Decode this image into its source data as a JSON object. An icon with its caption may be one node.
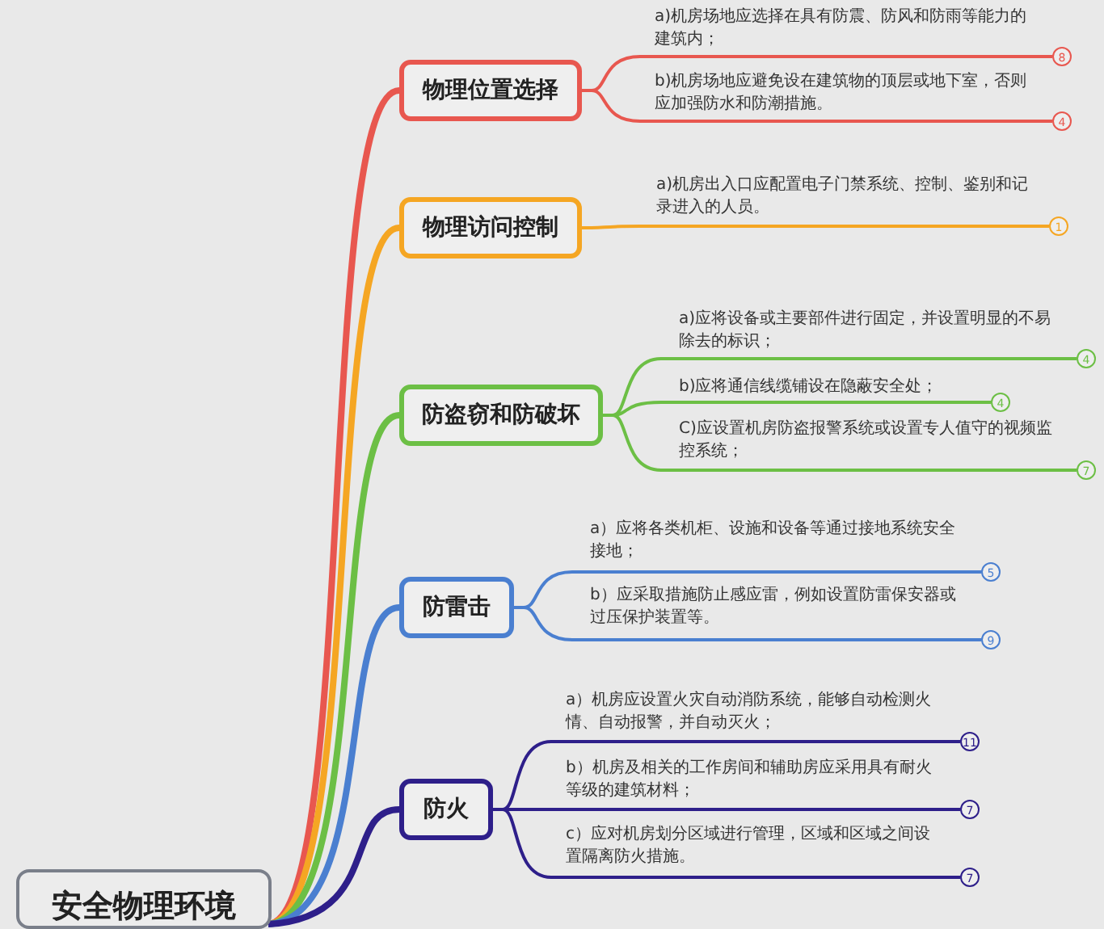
{
  "diagram": {
    "nodes": [
      {
        "text": [
          "安全物理环境"
        ]
      },
      {
        "text": [
          "物理位置选择"
        ]
      },
      {
        "text": [
          "a)机房场地应选择在具有防震、防风和防雨等能力的建筑内；"
        ],
        "beside": [
          "8"
        ]
      },
      {
        "text": [
          "b)机房场地应避免设在建筑物的顶层或地下室，否则应加强防水和防潮措施。"
        ],
        "beside": [
          "4"
        ]
      },
      {
        "text": [
          "物理访问控制"
        ]
      },
      {
        "text": [
          "a)机房出入口应配置电子门禁系统、控制、鉴别和记录进入的人员。"
        ],
        "beside": [
          "1"
        ]
      },
      {
        "text": [
          "防盗窃和防破坏"
        ]
      },
      {
        "text": [
          "a)应将设备或主要部件进行固定，并设置明显的不易除去的标识；"
        ],
        "beside": [
          "4"
        ]
      },
      {
        "text": [
          "b)应将通信线缆铺设在隐蔽安全处；"
        ],
        "beside": [
          "4"
        ]
      },
      {
        "text": [
          "C)应设置机房防盗报警系统或设置专人值守的视频监控系统；"
        ],
        "beside": [
          "7"
        ]
      },
      {
        "text": [
          "防雷击"
        ]
      },
      {
        "text": [
          "a）应将各类机柜、设施和设备等通过接地系统安全接地；"
        ],
        "beside": [
          "5"
        ]
      },
      {
        "text": [
          "b）应采取措施防止感应雷，例如设置防雷保安器或过压保护装置等。"
        ],
        "beside": [
          "9"
        ]
      },
      {
        "text": [
          "防火"
        ]
      },
      {
        "text": [
          "a）机房应设置火灾自动消防系统，能够自动检测火情、自动报警，并自动灭火；"
        ],
        "beside": [
          "11"
        ]
      },
      {
        "text": [
          "b）机房及相关的工作房间和辅助房应采用具有耐火等级的建筑材料；"
        ],
        "beside": [
          "7"
        ]
      },
      {
        "text": [
          "c）应对机房划分区域进行管理，区域和区域之间设置隔离防火措施。"
        ],
        "beside": [
          "7"
        ]
      }
    ],
    "edges": [
      {
        "from": 0,
        "to": 1,
        "arrow": "none",
        "style": "thick",
        "color": "#e8574f"
      },
      {
        "from": 0,
        "to": 4,
        "arrow": "none",
        "style": "thick",
        "color": "#f5a623"
      },
      {
        "from": 0,
        "to": 6,
        "arrow": "none",
        "style": "thick",
        "color": "#6cbf45"
      },
      {
        "from": 0,
        "to": 10,
        "arrow": "none",
        "style": "thick",
        "color": "#4a7fd0"
      },
      {
        "from": 0,
        "to": 13,
        "arrow": "none",
        "style": "thick",
        "color": "#2e1f8a"
      },
      {
        "from": 1,
        "to": 2,
        "arrow": "none",
        "color": "#e8574f"
      },
      {
        "from": 1,
        "to": 3,
        "arrow": "none",
        "color": "#e8574f"
      },
      {
        "from": 4,
        "to": 5,
        "arrow": "none",
        "color": "#f5a623"
      },
      {
        "from": 6,
        "to": 7,
        "arrow": "none",
        "color": "#6cbf45"
      },
      {
        "from": 6,
        "to": 8,
        "arrow": "none",
        "color": "#6cbf45"
      },
      {
        "from": 6,
        "to": 9,
        "arrow": "none",
        "color": "#6cbf45"
      },
      {
        "from": 10,
        "to": 11,
        "arrow": "none",
        "color": "#4a7fd0"
      },
      {
        "from": 10,
        "to": 12,
        "arrow": "none",
        "color": "#4a7fd0"
      },
      {
        "from": 13,
        "to": 14,
        "arrow": "none",
        "color": "#2e1f8a"
      },
      {
        "from": 13,
        "to": 15,
        "arrow": "none",
        "color": "#2e1f8a"
      },
      {
        "from": 13,
        "to": 16,
        "arrow": "none",
        "color": "#2e1f8a"
      }
    ]
  }
}
